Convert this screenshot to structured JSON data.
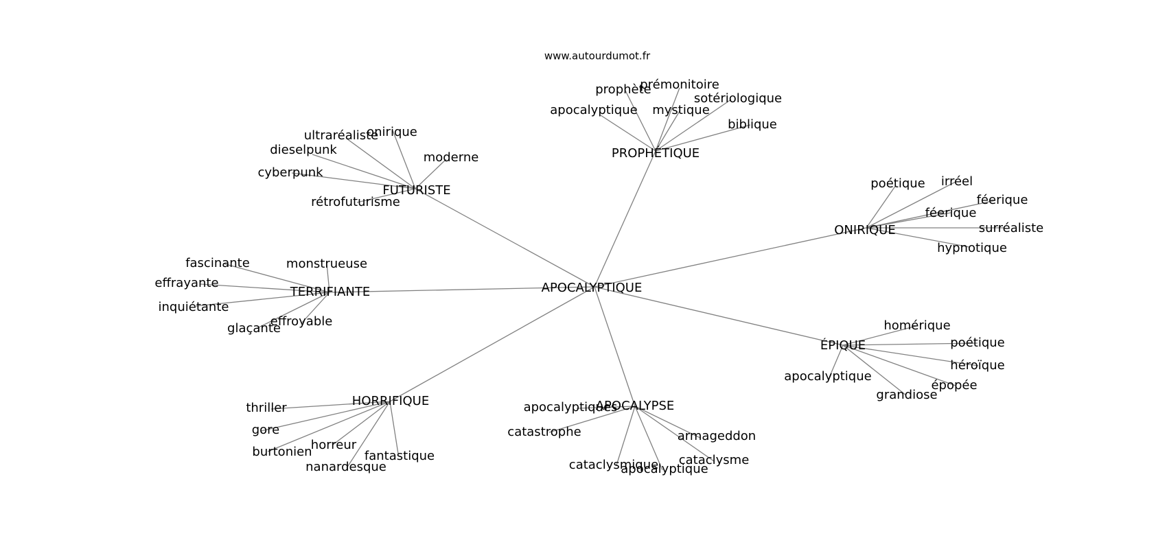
{
  "header": {
    "source": "www.autourdumot.fr"
  },
  "graph": {
    "root": "APOCALYPTIQUE",
    "clusters": [
      {
        "label": "PROPHÉTIQUE",
        "leaves": [
          "apocalyptique",
          "prophète",
          "prémonitoire",
          "mystique",
          "sotériologique",
          "biblique"
        ]
      },
      {
        "label": "FUTURISTE",
        "leaves": [
          "ultraréaliste",
          "onirique",
          "dieselpunk",
          "moderne",
          "cyberpunk",
          "rétrofuturisme"
        ]
      },
      {
        "label": "ONIRIQUE",
        "leaves": [
          "poétique",
          "irréel",
          "féerique",
          "féerique",
          "surréaliste",
          "hypnotique"
        ]
      },
      {
        "label": "TERRIFIANTE",
        "leaves": [
          "fascinante",
          "monstrueuse",
          "effrayante",
          "inquiétante",
          "effroyable",
          "glaçante"
        ]
      },
      {
        "label": "ÉPIQUE",
        "leaves": [
          "homérique",
          "poétique",
          "héroïque",
          "apocalyptique",
          "épopée",
          "grandiose"
        ]
      },
      {
        "label": "HORRIFIQUE",
        "leaves": [
          "thriller",
          "gore",
          "burtonien",
          "horreur",
          "fantastique",
          "nanardesque"
        ]
      },
      {
        "label": "APOCALYPSE",
        "leaves": [
          "apocalyptiques",
          "catastrophe",
          "armageddon",
          "cataclysme",
          "cataclysmique",
          "apocalyptique"
        ]
      }
    ]
  }
}
